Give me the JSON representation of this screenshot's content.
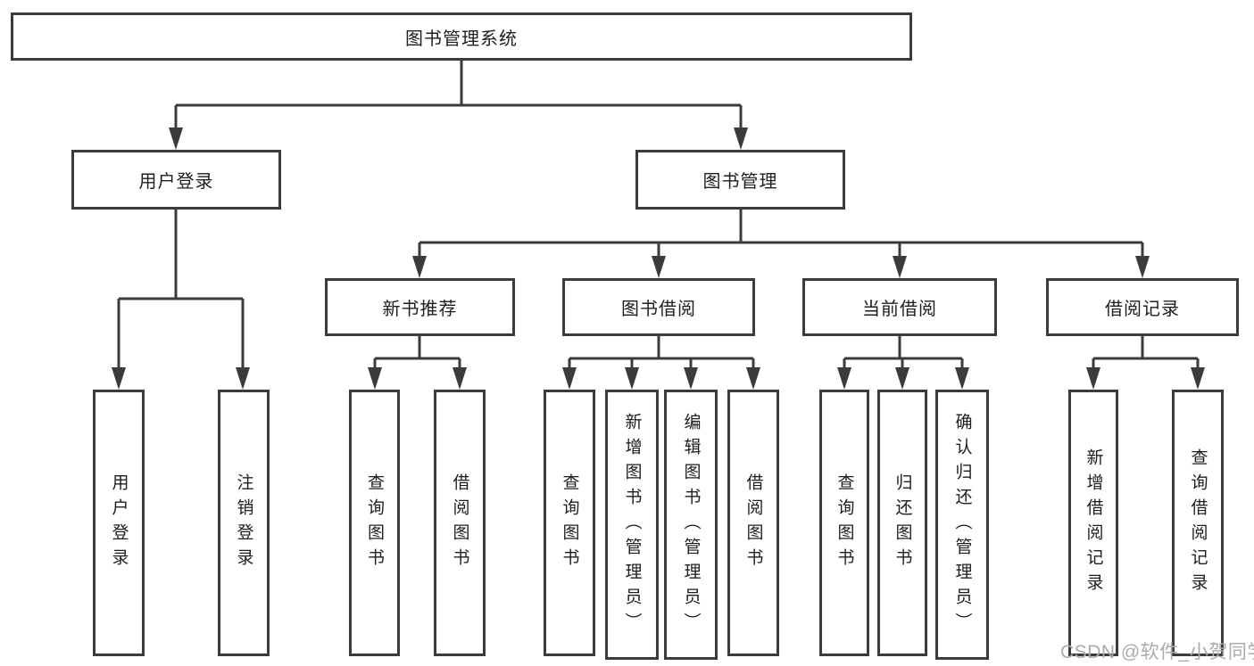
{
  "diagram": {
    "title": "图书管理系统",
    "type": "functional-module hierarchy chart",
    "colors": {
      "line": "#3b3b3b",
      "box_border": "#3b3b3b",
      "text": "#1e1e1e",
      "background": "#ffffff",
      "watermark": "#ababab"
    }
  },
  "nodes": {
    "root": "图书管理系统",
    "user_login": "用户登录",
    "book_mgmt": "图书管理",
    "new_book_rec": "新书推荐",
    "book_borrow": "图书借阅",
    "current_borrow": "当前借阅",
    "borrow_record": "借阅记录",
    "ul_user_login": "用户登录",
    "ul_logout": "注销登录",
    "nbr_query_book": "查询图书",
    "nbr_borrow_book": "借阅图书",
    "bb_query_book": "查询图书",
    "bb_add_book": "新增图书（管理员）",
    "bb_edit_book": "编辑图书（管理员）",
    "bb_borrow_book": "借阅图书",
    "cb_query_book": "查询图书",
    "cb_return_book": "归还图书",
    "cb_confirm_return": "确认归还（管理员）",
    "br_add_record": "新增借阅记录",
    "br_query_record": "查询借阅记录"
  },
  "hierarchy": {
    "图书管理系统": {
      "用户登录": [
        "用户登录",
        "注销登录"
      ],
      "图书管理": {
        "新书推荐": [
          "查询图书",
          "借阅图书"
        ],
        "图书借阅": [
          "查询图书",
          "新增图书（管理员）",
          "编辑图书（管理员）",
          "借阅图书"
        ],
        "当前借阅": [
          "查询图书",
          "归还图书",
          "确认归还（管理员）"
        ],
        "借阅记录": [
          "新增借阅记录",
          "查询借阅记录"
        ]
      }
    }
  },
  "watermark": "CSDN @软件_小贺同学"
}
